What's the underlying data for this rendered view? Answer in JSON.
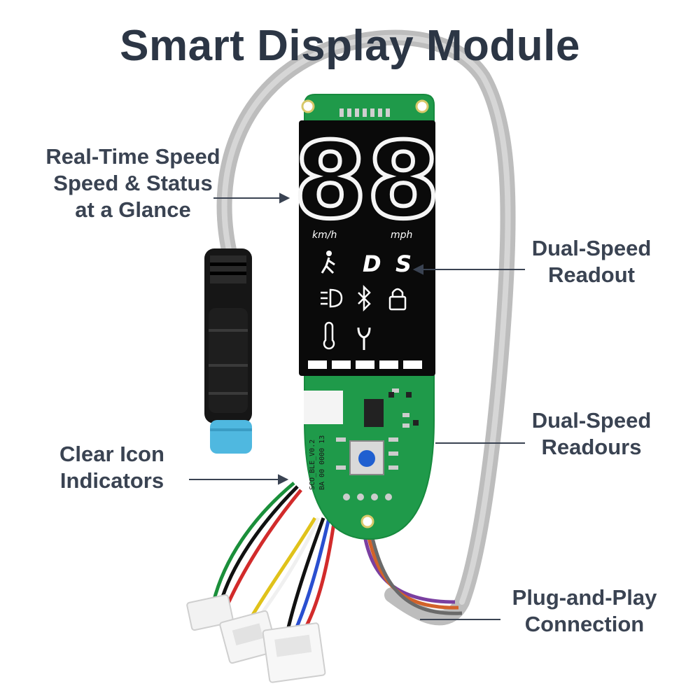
{
  "title": "Smart Display Module",
  "callouts": {
    "speed": [
      "Real-Time Speed",
      "Speed & Status",
      "at a Glance"
    ],
    "readout": [
      "Dual-Speed",
      "Readout"
    ],
    "icons": [
      "Clear Icon",
      "Indicators"
    ],
    "readours": [
      "Dual-Speed",
      "Readours"
    ],
    "plug": [
      "Plug-and-Play",
      "Connection"
    ]
  },
  "display": {
    "digits": "88",
    "unit_kmh": "km/h",
    "unit_mph": "mph",
    "mode_d": "D",
    "mode_s": "S",
    "icons": [
      "walk-icon",
      "headlight-icon",
      "bluetooth-icon",
      "lock-icon",
      "thermometer-icon",
      "wrench-icon"
    ],
    "battery_level_bars": 5
  },
  "pcb": {
    "silk_line1": "SCO_BLE_V0.2",
    "silk_line2": "BA 00 0000 13"
  },
  "colors": {
    "pcb_green": "#1f9a4a",
    "lcd_black": "#0a0a0a",
    "cable_gray": "#bdbdbd",
    "connector_blue": "#4fb8e0",
    "button_blue": "#1f5fd0",
    "text_dark": "#2c3645"
  }
}
